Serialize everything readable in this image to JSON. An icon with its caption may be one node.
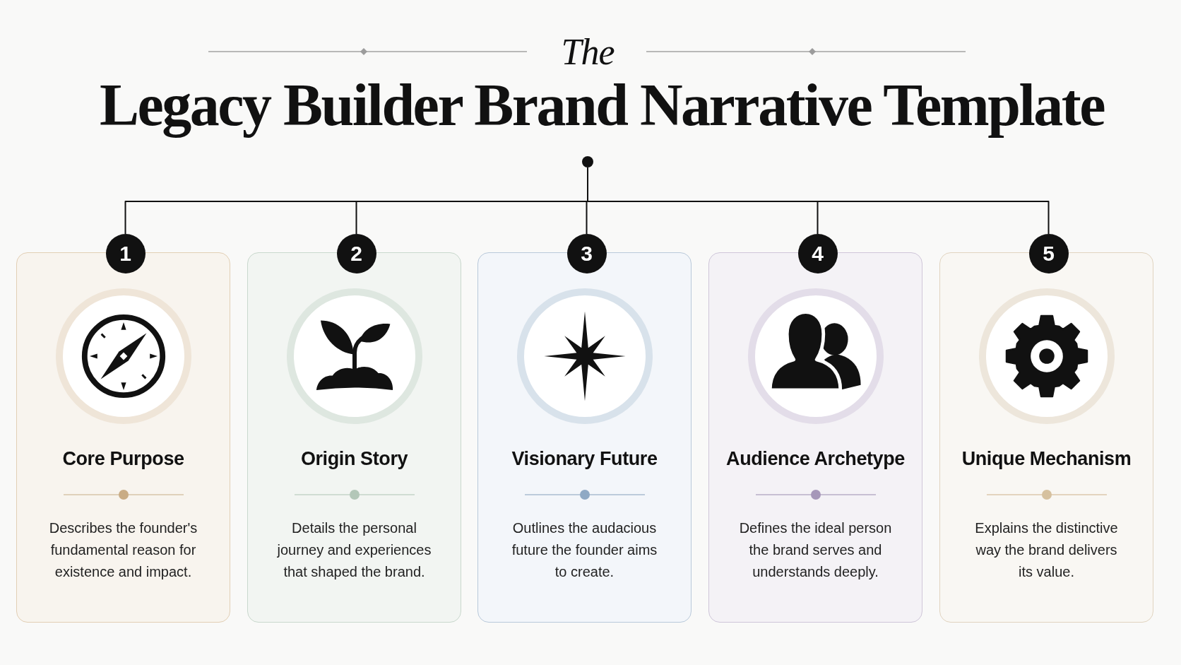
{
  "diagram": {
    "title": "Legacy Builder Brand Narrative Template",
    "nodes": [
      {
        "text": [],
        "shape": "circle"
      },
      {
        "text": [
          "1"
        ]
      },
      {
        "text": [
          "Core Purpose",
          "Describes the founder's fundamental reason for existence and impact."
        ]
      },
      {
        "text": [
          "2"
        ]
      },
      {
        "text": [
          "Origin Story",
          "Details the personal journey and experiences that shaped the brand."
        ]
      },
      {
        "text": [
          "3"
        ]
      },
      {
        "text": [
          "Visionary Future",
          "Outlines the audacious future the founder aims to create."
        ]
      },
      {
        "text": [
          "4"
        ]
      },
      {
        "text": [
          "Audience Archetype",
          "Defines the ideal person the brand serves and understands deeply."
        ]
      },
      {
        "text": [
          "5"
        ]
      },
      {
        "text": [
          "Unique Mechanism",
          "Explains the distinctive way the brand delivers its value."
        ]
      }
    ],
    "edges": [
      {
        "from": 0,
        "to": 1,
        "arrow": "none"
      },
      {
        "from": 0,
        "to": 3,
        "arrow": "none"
      },
      {
        "from": 0,
        "to": 5,
        "arrow": "none"
      },
      {
        "from": 0,
        "to": 7,
        "arrow": "none"
      },
      {
        "from": 0,
        "to": 9,
        "arrow": "none"
      }
    ],
    "labels": [
      "The"
    ]
  }
}
